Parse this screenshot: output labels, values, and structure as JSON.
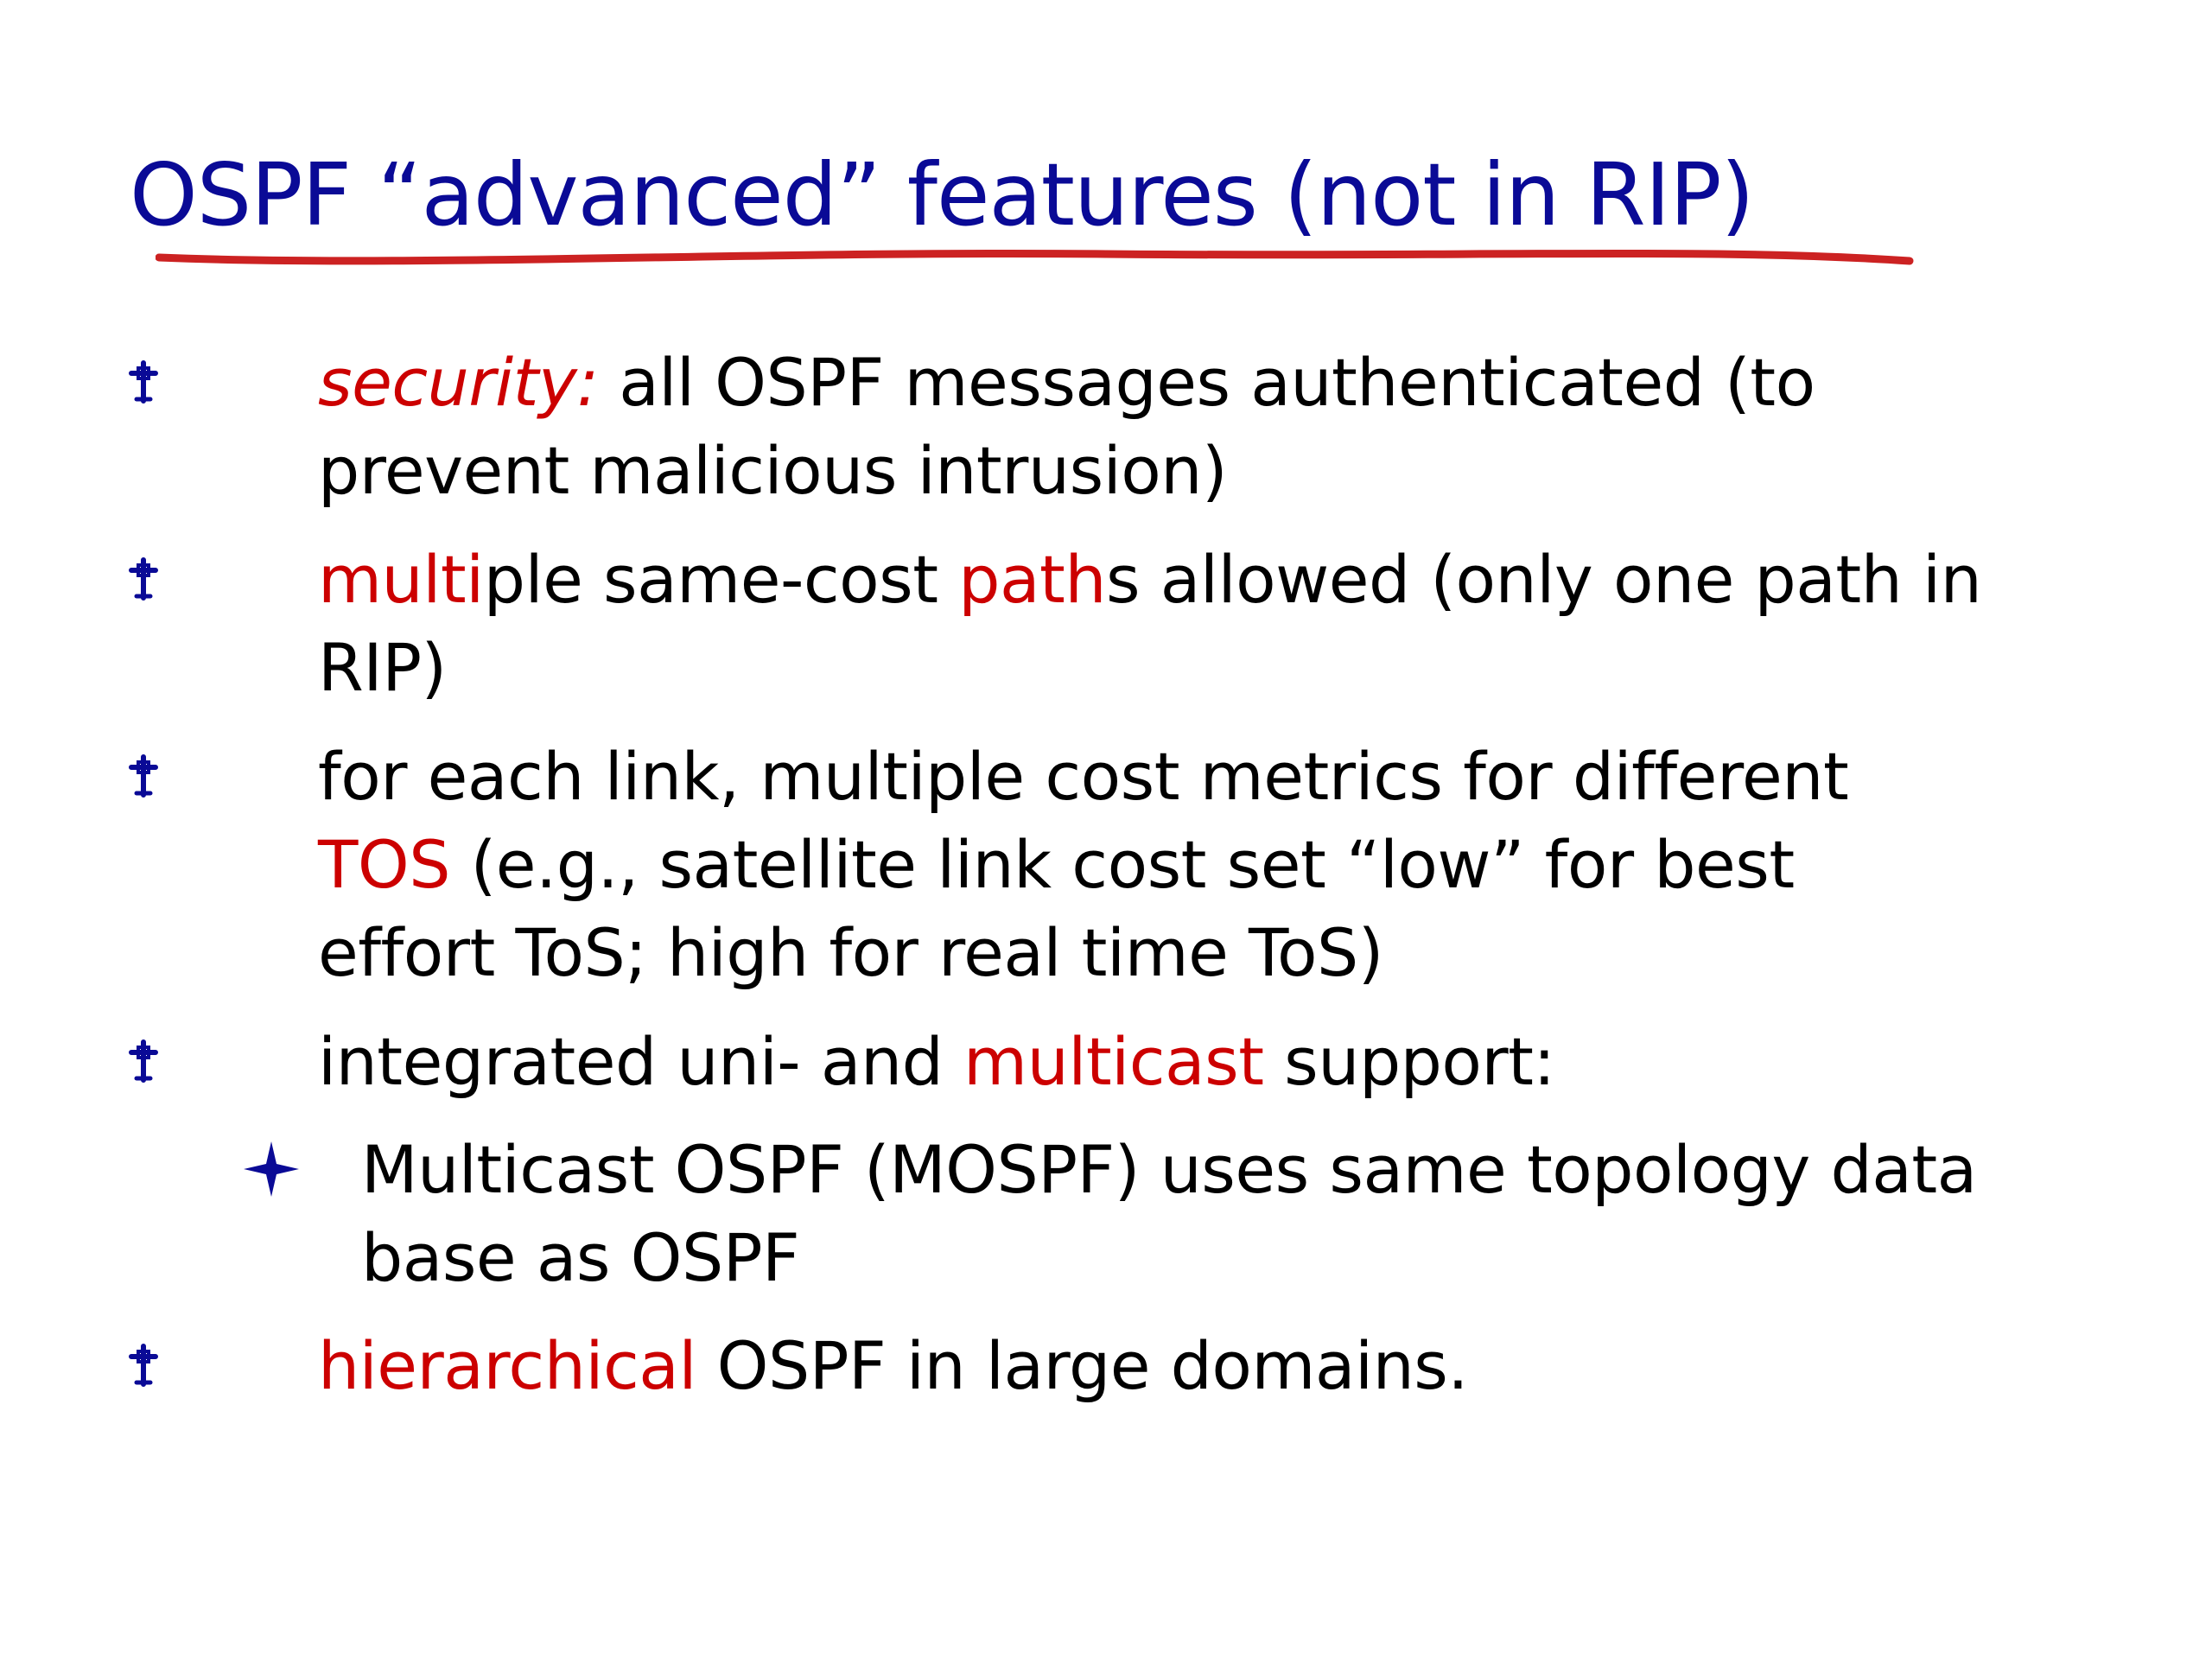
{
  "colors": {
    "title": "#0a0a96",
    "highlight": "#cc0000",
    "bullet": "#0a0a96",
    "underline": "#cc2222",
    "text": "#000000"
  },
  "title": "OSPF “advanced” features (not in RIP)",
  "bullets": [
    {
      "icon": "cross-bullet-icon",
      "lines": [
        [
          {
            "text": "security:",
            "style": "em-red"
          },
          {
            "text": " all OSPF messages authenticated (to",
            "style": "plain"
          }
        ],
        [
          {
            "text": "prevent malicious intrusion)",
            "style": "plain"
          }
        ]
      ]
    },
    {
      "icon": "cross-bullet-icon",
      "lines": [
        [
          {
            "text": "multi",
            "style": "hl-red"
          },
          {
            "text": "ple same-cost ",
            "style": "plain"
          },
          {
            "text": "path",
            "style": "hl-red"
          },
          {
            "text": "s allowed (only one path in",
            "style": "plain"
          }
        ],
        [
          {
            "text": "RIP)",
            "style": "plain"
          }
        ]
      ]
    },
    {
      "icon": "cross-bullet-icon",
      "lines": [
        [
          {
            "text": "for each link, multiple cost metrics for different",
            "style": "plain"
          }
        ],
        [
          {
            "text": "TOS",
            "style": "hl-red"
          },
          {
            "text": " (e.g., satellite link cost set “low” for best",
            "style": "plain"
          }
        ],
        [
          {
            "text": "effort ToS; high for real time ToS)",
            "style": "plain"
          }
        ]
      ]
    },
    {
      "icon": "cross-bullet-icon",
      "lines": [
        [
          {
            "text": "integrated uni- and ",
            "style": "plain"
          },
          {
            "text": "multicast",
            "style": "hl-red"
          },
          {
            "text": " support:",
            "style": "plain"
          }
        ]
      ]
    },
    {
      "icon": "star-subbullet-icon",
      "sub": true,
      "lines": [
        [
          {
            "text": "Multicast OSPF (MOSPF) uses same topology data",
            "style": "plain"
          }
        ],
        [
          {
            "text": "base as OSPF",
            "style": "plain"
          }
        ]
      ]
    },
    {
      "icon": "cross-bullet-icon",
      "lines": [
        [
          {
            "text": "hierarchical",
            "style": "hl-red"
          },
          {
            "text": " OSPF in large domains.",
            "style": "plain"
          }
        ]
      ]
    }
  ]
}
